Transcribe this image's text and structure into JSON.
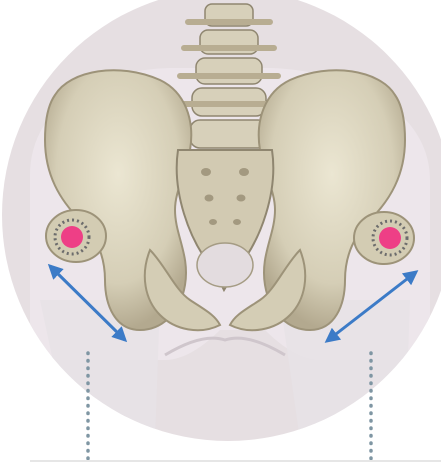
{
  "figure": {
    "subject": "pelvis-back-view-icon",
    "colors": {
      "background": "#ffffff",
      "circle": "#e6dfe2",
      "body": "#ede8ec",
      "body_shadow": "#cfc6cc",
      "bone": "#d9d3bd",
      "bone_shadow": "#a99f86",
      "marker": "#ee3f86",
      "marker_ring": "#6c6c6c",
      "arrow": "#3c7bc7",
      "dotted_line": "#7f96a3",
      "baseline": "#e6e6e6"
    },
    "markers": [
      {
        "name": "left-hip-marker"
      },
      {
        "name": "right-hip-marker"
      }
    ],
    "arrows": [
      {
        "name": "left-distance-arrow"
      },
      {
        "name": "right-distance-arrow"
      }
    ]
  }
}
